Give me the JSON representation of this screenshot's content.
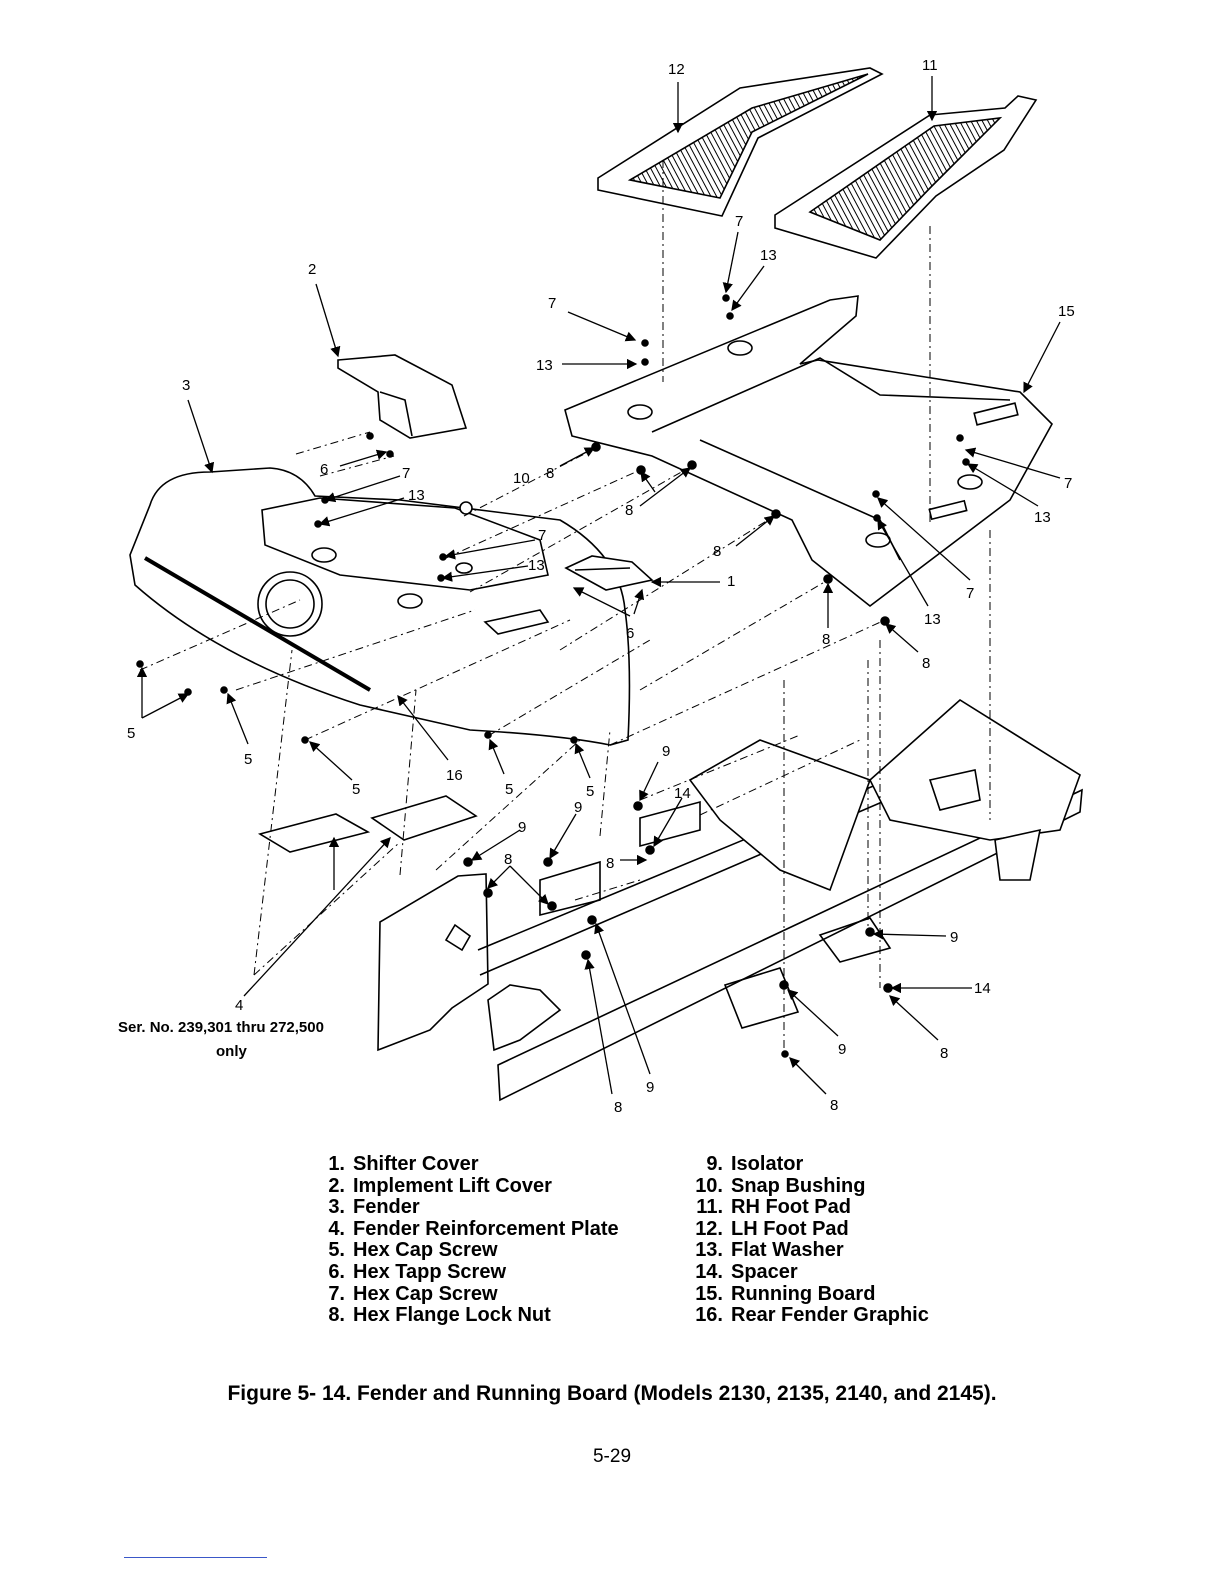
{
  "diagram": {
    "callouts": {
      "c12": "12",
      "c11": "11",
      "c2": "2",
      "c3": "3",
      "c15": "15",
      "c4": "4",
      "c7a": "7",
      "c13a": "13",
      "c7b": "7",
      "c13b": "13",
      "c6a": "6",
      "c7c": "7",
      "c13c": "13",
      "c10": "10",
      "c8a": "8",
      "c8b": "8",
      "c7d": "7",
      "c13d": "13",
      "c8c": "8",
      "c1": "1",
      "c6b": "6",
      "c7e": "7",
      "c13e": "13",
      "c7f": "7",
      "c13f": "13",
      "c8d": "8",
      "c8e": "8",
      "c5a": "5",
      "c5b": "5",
      "c5c": "5",
      "c16": "16",
      "c5d": "5",
      "c5e": "5",
      "c9a": "9",
      "c14a": "14",
      "c9b": "9",
      "c9c": "9",
      "c8f": "8",
      "c8g": "8",
      "c9d": "9",
      "c14b": "14",
      "c9e": "9",
      "c8h": "8",
      "c9f": "9",
      "c8i": "8",
      "c8j": "8"
    },
    "serial_note_line1": "Ser. No. 239,301 thru 272,500",
    "serial_note_line2": "only"
  },
  "legend_left": [
    {
      "num": "1.",
      "label": "Shifter Cover"
    },
    {
      "num": "2.",
      "label": "Implement Lift Cover"
    },
    {
      "num": "3.",
      "label": "Fender"
    },
    {
      "num": "4.",
      "label": "Fender Reinforcement Plate"
    },
    {
      "num": "5.",
      "label": "Hex Cap Screw"
    },
    {
      "num": "6.",
      "label": "Hex Tapp Screw"
    },
    {
      "num": "7.",
      "label": "Hex Cap Screw"
    },
    {
      "num": "8.",
      "label": "Hex Flange Lock Nut"
    }
  ],
  "legend_right": [
    {
      "num": "9.",
      "label": "Isolator"
    },
    {
      "num": "10.",
      "label": "Snap Bushing"
    },
    {
      "num": "11.",
      "label": "RH Foot Pad"
    },
    {
      "num": "12.",
      "label": "LH Foot Pad"
    },
    {
      "num": "13.",
      "label": "Flat Washer"
    },
    {
      "num": "14.",
      "label": "Spacer"
    },
    {
      "num": "15.",
      "label": "Running Board"
    },
    {
      "num": "16.",
      "label": "Rear Fender Graphic"
    }
  ],
  "caption": "Figure 5- 14. Fender and Running Board (Models 2130, 2135, 2140, and 2145).",
  "page_number": "5-29"
}
